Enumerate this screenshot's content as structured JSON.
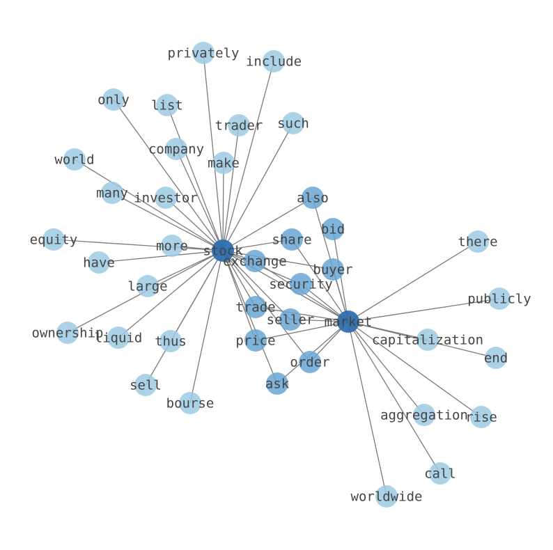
{
  "colors": {
    "hub": "#2f6fb0",
    "mid": "#6aa6d4",
    "leaf": "#9ecae4",
    "edge": "#7a7a7a",
    "label": "#444444"
  },
  "graph": {
    "nodes": [
      {
        "id": "stock",
        "label": "stock",
        "tier": "hub"
      },
      {
        "id": "market",
        "label": "market",
        "tier": "hub"
      },
      {
        "id": "exchange",
        "label": "exchange",
        "tier": "mid"
      },
      {
        "id": "share",
        "label": "share",
        "tier": "mid"
      },
      {
        "id": "bid",
        "label": "bid",
        "tier": "mid"
      },
      {
        "id": "also",
        "label": "also",
        "tier": "mid"
      },
      {
        "id": "buyer",
        "label": "buyer",
        "tier": "mid"
      },
      {
        "id": "security",
        "label": "security",
        "tier": "mid"
      },
      {
        "id": "trade",
        "label": "trade",
        "tier": "mid"
      },
      {
        "id": "seller",
        "label": "seller",
        "tier": "mid"
      },
      {
        "id": "price",
        "label": "price",
        "tier": "mid"
      },
      {
        "id": "order",
        "label": "order",
        "tier": "mid"
      },
      {
        "id": "ask",
        "label": "ask",
        "tier": "mid"
      },
      {
        "id": "privately",
        "label": "privately",
        "tier": "leaf"
      },
      {
        "id": "include",
        "label": "include",
        "tier": "leaf"
      },
      {
        "id": "only",
        "label": "only",
        "tier": "leaf"
      },
      {
        "id": "list",
        "label": "list",
        "tier": "leaf"
      },
      {
        "id": "trader",
        "label": "trader",
        "tier": "leaf"
      },
      {
        "id": "such",
        "label": "such",
        "tier": "leaf"
      },
      {
        "id": "company",
        "label": "company",
        "tier": "leaf"
      },
      {
        "id": "world",
        "label": "world",
        "tier": "leaf"
      },
      {
        "id": "make",
        "label": "make",
        "tier": "leaf"
      },
      {
        "id": "many",
        "label": "many",
        "tier": "leaf"
      },
      {
        "id": "investor",
        "label": "investor",
        "tier": "leaf"
      },
      {
        "id": "equity",
        "label": "equity",
        "tier": "leaf"
      },
      {
        "id": "more",
        "label": "more",
        "tier": "leaf"
      },
      {
        "id": "have",
        "label": "have",
        "tier": "leaf"
      },
      {
        "id": "large",
        "label": "large",
        "tier": "leaf"
      },
      {
        "id": "ownership",
        "label": "ownership",
        "tier": "leaf"
      },
      {
        "id": "liquid",
        "label": "liquid",
        "tier": "leaf"
      },
      {
        "id": "thus",
        "label": "thus",
        "tier": "leaf"
      },
      {
        "id": "sell",
        "label": "sell",
        "tier": "leaf"
      },
      {
        "id": "bourse",
        "label": "bourse",
        "tier": "leaf"
      },
      {
        "id": "there",
        "label": "there",
        "tier": "leaf"
      },
      {
        "id": "publicly",
        "label": "publicly",
        "tier": "leaf"
      },
      {
        "id": "capitalization",
        "label": "capitalization",
        "tier": "leaf"
      },
      {
        "id": "end",
        "label": "end",
        "tier": "leaf"
      },
      {
        "id": "aggregation",
        "label": "aggregation",
        "tier": "leaf"
      },
      {
        "id": "rise",
        "label": "rise",
        "tier": "leaf"
      },
      {
        "id": "call",
        "label": "call",
        "tier": "leaf"
      },
      {
        "id": "worldwide",
        "label": "worldwide",
        "tier": "leaf"
      }
    ],
    "edges": [
      [
        "stock",
        "privately"
      ],
      [
        "stock",
        "include"
      ],
      [
        "stock",
        "only"
      ],
      [
        "stock",
        "list"
      ],
      [
        "stock",
        "trader"
      ],
      [
        "stock",
        "such"
      ],
      [
        "stock",
        "company"
      ],
      [
        "stock",
        "world"
      ],
      [
        "stock",
        "make"
      ],
      [
        "stock",
        "many"
      ],
      [
        "stock",
        "investor"
      ],
      [
        "stock",
        "equity"
      ],
      [
        "stock",
        "more"
      ],
      [
        "stock",
        "have"
      ],
      [
        "stock",
        "large"
      ],
      [
        "stock",
        "ownership"
      ],
      [
        "stock",
        "liquid"
      ],
      [
        "stock",
        "thus"
      ],
      [
        "stock",
        "sell"
      ],
      [
        "stock",
        "bourse"
      ],
      [
        "stock",
        "also"
      ],
      [
        "stock",
        "share"
      ],
      [
        "stock",
        "exchange"
      ],
      [
        "stock",
        "buyer"
      ],
      [
        "stock",
        "security"
      ],
      [
        "stock",
        "trade"
      ],
      [
        "stock",
        "seller"
      ],
      [
        "stock",
        "price"
      ],
      [
        "stock",
        "order"
      ],
      [
        "stock",
        "ask"
      ],
      [
        "stock",
        "market"
      ],
      [
        "market",
        "also"
      ],
      [
        "market",
        "bid"
      ],
      [
        "market",
        "share"
      ],
      [
        "market",
        "exchange"
      ],
      [
        "market",
        "buyer"
      ],
      [
        "market",
        "security"
      ],
      [
        "market",
        "trade"
      ],
      [
        "market",
        "seller"
      ],
      [
        "market",
        "price"
      ],
      [
        "market",
        "order"
      ],
      [
        "market",
        "ask"
      ],
      [
        "market",
        "there"
      ],
      [
        "market",
        "publicly"
      ],
      [
        "market",
        "capitalization"
      ],
      [
        "market",
        "end"
      ],
      [
        "market",
        "aggregation"
      ],
      [
        "market",
        "rise"
      ],
      [
        "market",
        "call"
      ],
      [
        "market",
        "worldwide"
      ]
    ]
  }
}
